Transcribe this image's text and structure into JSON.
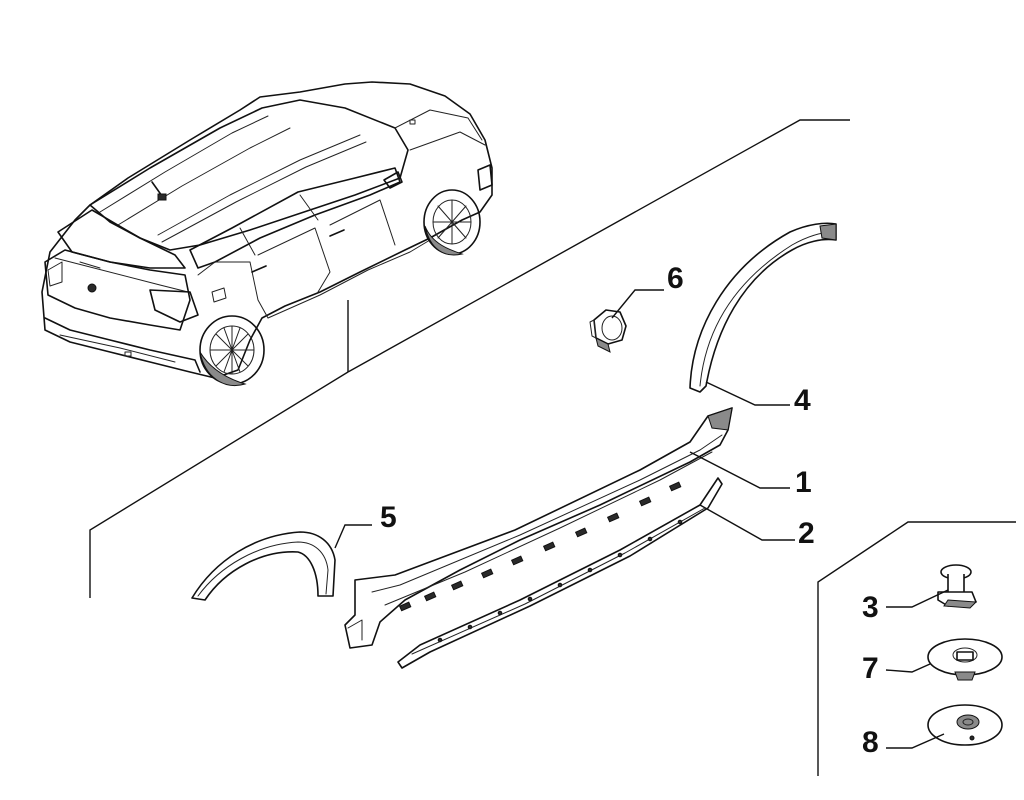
{
  "callouts": [
    {
      "id": "1",
      "label": "1"
    },
    {
      "id": "2",
      "label": "2"
    },
    {
      "id": "3",
      "label": "3"
    },
    {
      "id": "4",
      "label": "4"
    },
    {
      "id": "5",
      "label": "5"
    },
    {
      "id": "6",
      "label": "6"
    },
    {
      "id": "7",
      "label": "7"
    },
    {
      "id": "8",
      "label": "8"
    }
  ],
  "colors": {
    "line": "#111111",
    "background": "#ffffff",
    "shading": "#8a8a8a"
  }
}
